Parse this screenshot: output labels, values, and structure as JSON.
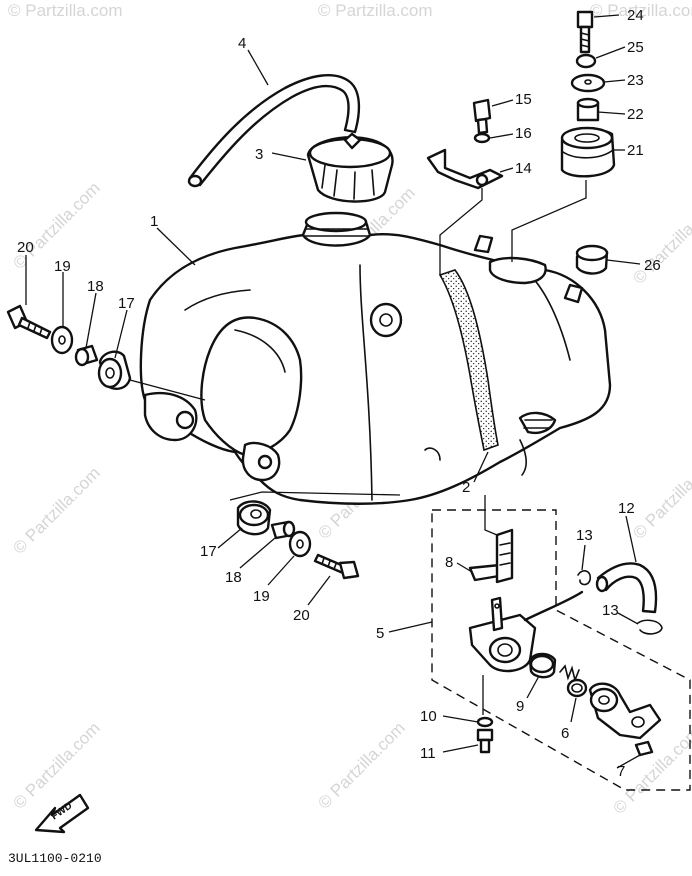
{
  "watermark": "© Partzilla.com",
  "diagram_code": "3UL1100-0210",
  "direction_label": "FWD",
  "callouts": {
    "c1": "1",
    "c2": "2",
    "c3": "3",
    "c4": "4",
    "c5": "5",
    "c6": "6",
    "c7": "7",
    "c8": "8",
    "c9": "9",
    "c10": "10",
    "c11": "11",
    "c12": "12",
    "c13a": "13",
    "c13b": "13",
    "c14": "14",
    "c15": "15",
    "c16": "16",
    "c17a": "17",
    "c17b": "17",
    "c18a": "18",
    "c18b": "18",
    "c19a": "19",
    "c19b": "19",
    "c20a": "20",
    "c20b": "20",
    "c21": "21",
    "c22": "22",
    "c23": "23",
    "c24": "24",
    "c25": "25",
    "c26": "26"
  }
}
